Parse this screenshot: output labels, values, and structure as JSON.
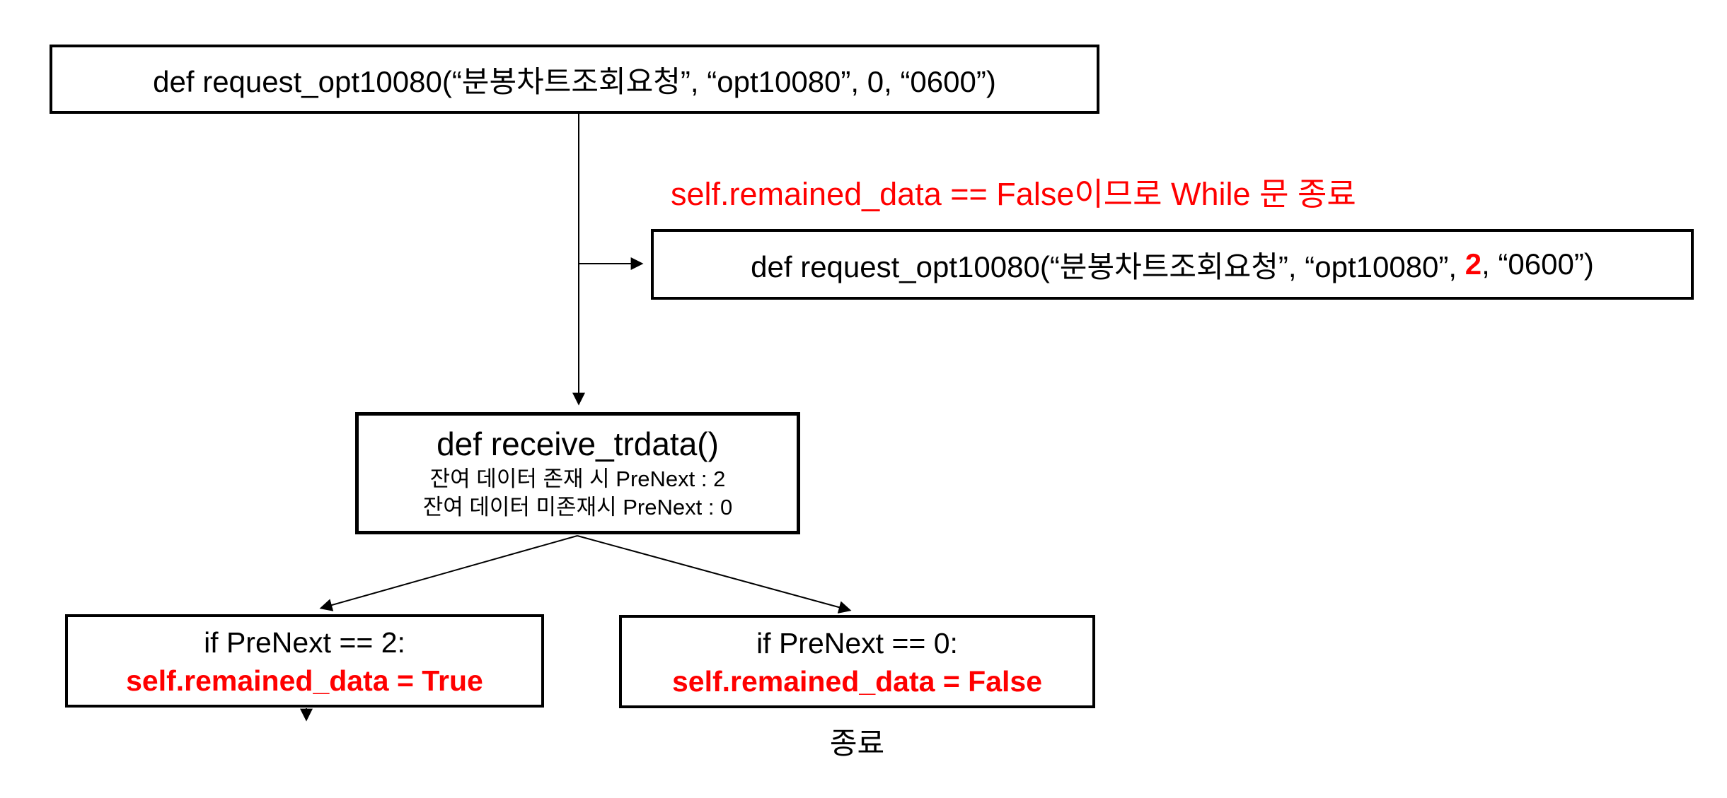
{
  "canvas": {
    "background": "#ffffff",
    "line_color": "#000000",
    "highlight_color": "#ff0000"
  },
  "nodes": {
    "request_initial": {
      "label": "def request_opt10080(“분봉차트조회요청”, “opt10080”, 0, “0600”)"
    },
    "while_exit_note": {
      "label": "self.remained_data == False이므로 While 문 종료"
    },
    "request_next": {
      "label_prefix": "def request_opt10080(“분봉차트조회요청”, “opt10080”, ",
      "label_highlight": "2",
      "label_suffix": ", “0600”)"
    },
    "receive_trdata": {
      "title": "def receive_trdata()",
      "subtitle1": "잔여 데이터 존재 시 PreNext : 2",
      "subtitle2": "잔여 데이터 미존재시 PreNext : 0"
    },
    "prenext_two": {
      "condition": "if PreNext == 2:",
      "action": "self.remained_data = True"
    },
    "prenext_zero": {
      "condition": "if PreNext == 0:",
      "action": "self.remained_data = False"
    },
    "end_label": "종료"
  }
}
